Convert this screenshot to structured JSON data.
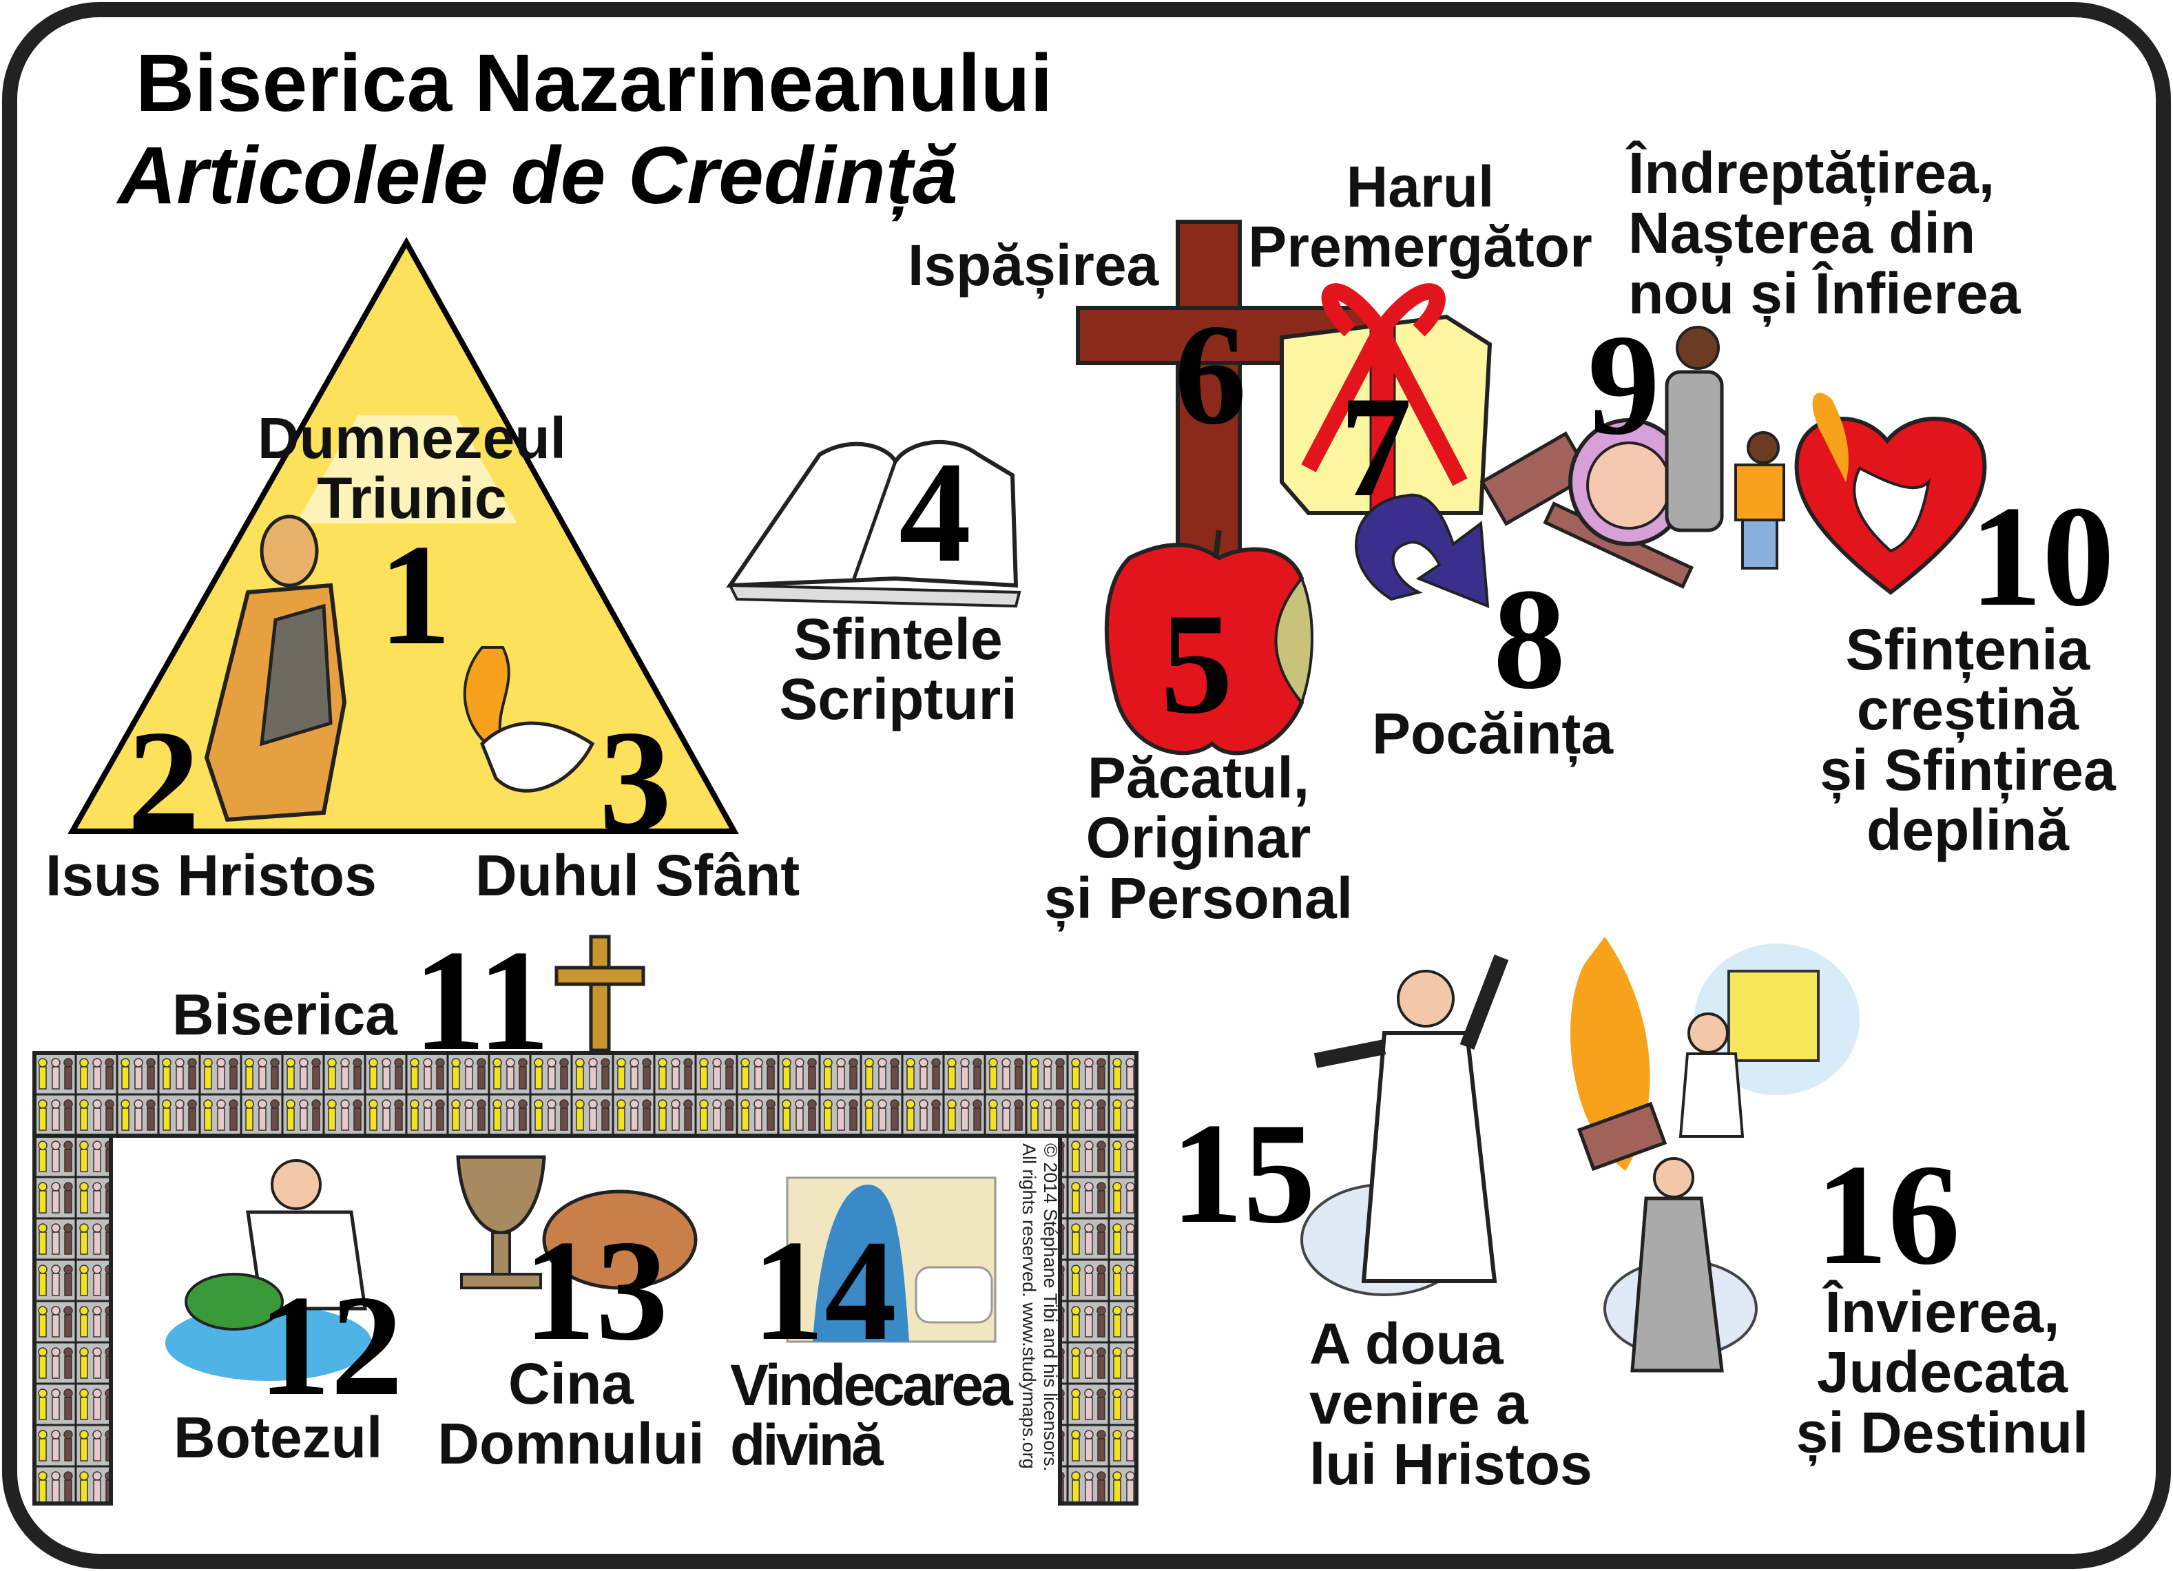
{
  "title": {
    "line1": "Biserica Nazarineanului",
    "line2": "Articolele de Credință"
  },
  "articles": [
    {
      "number": "1",
      "label": "Dumnezeul Triunic"
    },
    {
      "number": "2",
      "label": "Isus Hristos"
    },
    {
      "number": "3",
      "label": "Duhul Sfânt"
    },
    {
      "number": "4",
      "label": "Sfintele Scripturi"
    },
    {
      "number": "5",
      "label": "Păcatul, Originar și Personal"
    },
    {
      "number": "6",
      "label": "Ispășirea"
    },
    {
      "number": "7",
      "label": "Harul Premergător"
    },
    {
      "number": "8",
      "label": "Pocăința"
    },
    {
      "number": "9",
      "label": "Îndreptățirea, Nașterea din nou și Înfierea"
    },
    {
      "number": "10",
      "label": "Sfințenia creștină și Sfințirea deplină"
    },
    {
      "number": "11",
      "label": "Biserica"
    },
    {
      "number": "12",
      "label": "Botezul"
    },
    {
      "number": "13",
      "label": "Cina Domnului"
    },
    {
      "number": "14",
      "label": "Vindecarea divină"
    },
    {
      "number": "15",
      "label": "A doua venire a lui Hristos"
    },
    {
      "number": "16",
      "label": "Învierea, Judecata și Destinul"
    }
  ],
  "labels_split": {
    "a1": [
      "Dumnezeul",
      "Triunic"
    ],
    "a4": [
      "Sfintele",
      "Scripturi"
    ],
    "a5": [
      "Păcatul,",
      "Originar",
      "și Personal"
    ],
    "a7": [
      "Harul",
      "Premergător"
    ],
    "a9": [
      "Îndreptățirea,",
      "Nașterea din",
      "nou și Înfierea"
    ],
    "a10": [
      "Sfințenia",
      "creștină",
      "și Sfințirea",
      "deplină"
    ],
    "a13": [
      "Cina",
      "Domnului"
    ],
    "a14": [
      "Vindecarea",
      "divină"
    ],
    "a15": [
      "A doua",
      "venire a",
      "lui Hristos"
    ],
    "a16": [
      "Învierea,",
      "Judecata",
      "și Destinul"
    ]
  },
  "copyright": {
    "line1": "© 2014 Stéphane Tibi and his licensors.",
    "line2": "All rights reserved. www.studymaps.org"
  },
  "colors": {
    "triangle": "#fde15a",
    "cross": "#8b2a1a",
    "apple": "#e3141b",
    "arrow": "#3a2f8c",
    "heart": "#e3141b",
    "frame": "#222222"
  }
}
